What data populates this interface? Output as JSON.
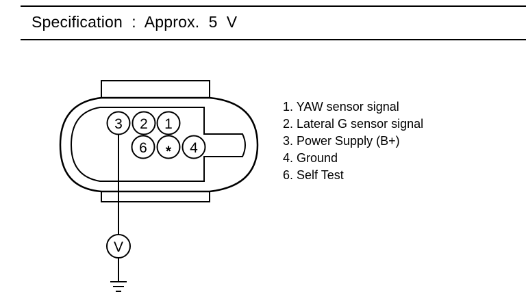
{
  "header": {
    "label": "Specification",
    "separator": ":",
    "value": "Approx.  5  V"
  },
  "connector": {
    "pins": [
      {
        "label": "3"
      },
      {
        "label": "2"
      },
      {
        "label": "1"
      },
      {
        "label": "6"
      },
      {
        "label": "4"
      }
    ],
    "empty_pin_symbol": "*"
  },
  "meter": {
    "label": "V"
  },
  "legend": {
    "items": [
      {
        "text": "1. YAW sensor signal"
      },
      {
        "text": "2. Lateral G sensor signal"
      },
      {
        "text": "3. Power Supply (B+)"
      },
      {
        "text": "4. Ground"
      },
      {
        "text": "6. Self Test"
      }
    ]
  }
}
